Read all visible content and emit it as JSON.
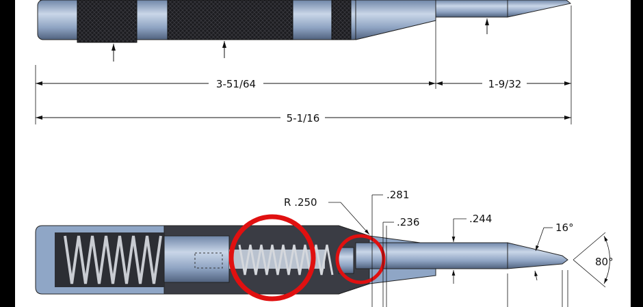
{
  "top_view": {
    "dimensions": {
      "body_length": "3-51/64",
      "tip_length": "1-9/32",
      "overall_length": "5-1/16"
    }
  },
  "section_view": {
    "callouts": {
      "radius": "R .250",
      "diameter_a": ".281",
      "diameter_b": ".236",
      "tip_diameter": ".244",
      "taper_angle": "16°",
      "point_angle": "80°"
    },
    "highlight_color": "#e01010"
  },
  "colors": {
    "steel": "#9fb3cf",
    "knurl": "#1e1e22",
    "frame": "#000000"
  }
}
